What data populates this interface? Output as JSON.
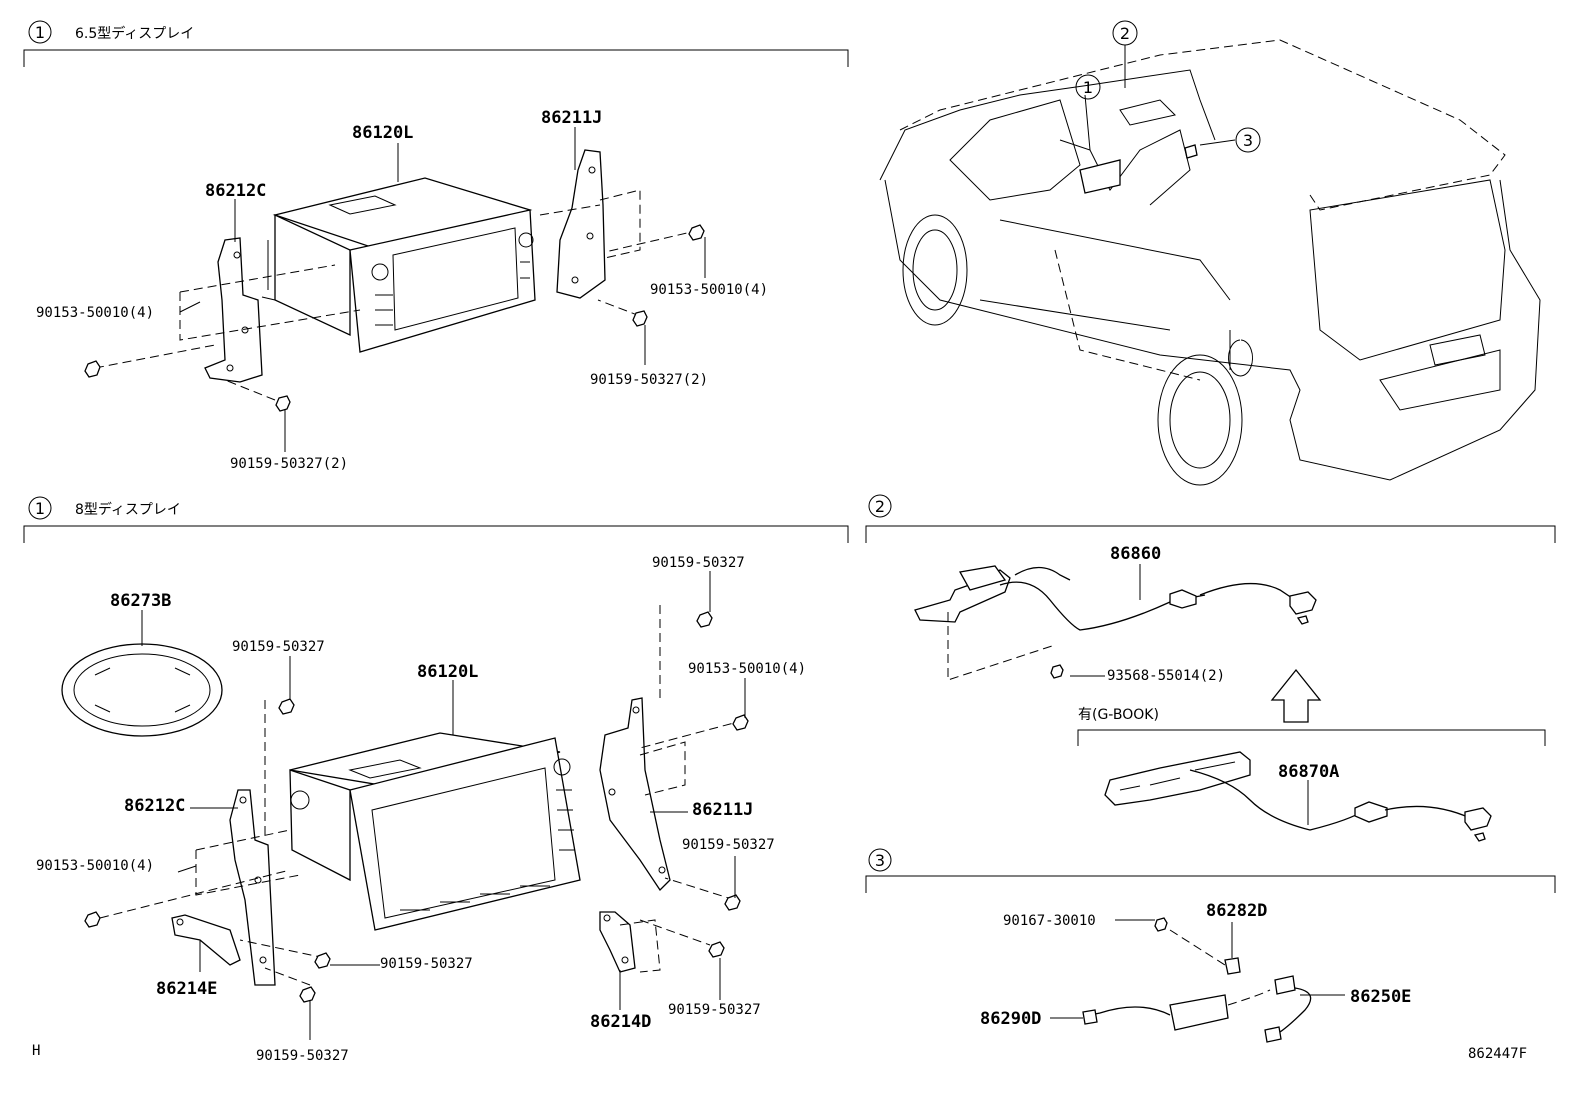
{
  "sections": {
    "display_65": {
      "number": "1",
      "title": "6.5型ディスプレイ"
    },
    "display_8": {
      "number": "1",
      "title": "8型ディスプレイ"
    },
    "antenna": {
      "number": "2"
    },
    "module": {
      "number": "3"
    },
    "vehicle_callouts": [
      "1",
      "2",
      "3"
    ]
  },
  "parts_65": {
    "unit": "86120L",
    "bracket_left": "86212C",
    "bracket_right": "86211J",
    "screw_left": "90153-50010(4)",
    "screw_right": "90153-50010(4)",
    "screw_lower_left": "90159-50327(2)",
    "screw_lower_right": "90159-50327(2)"
  },
  "parts_8": {
    "ring": "86273B",
    "unit": "86120L",
    "bracket_left": "86212C",
    "bracket_right": "86211J",
    "bracket_lower_left": "86214E",
    "bracket_lower_right": "86214D",
    "screw_top_left": "90159-50327",
    "screw_top_right": "90159-50327",
    "screw_right_upper": "90153-50010(4)",
    "screw_right_mid": "90159-50327",
    "screw_left": "90153-50010(4)",
    "screw_bottom_mid": "90159-50327",
    "screw_bottom_right": "90159-50327",
    "screw_bottom_left": "90159-50327"
  },
  "parts_antenna": {
    "harness": "86860",
    "screw": "93568-55014(2)",
    "condition": "有(G-BOOK)",
    "module": "86870A"
  },
  "parts_module": {
    "screw": "90167-30010",
    "bracket": "86282D",
    "cable_left": "86290D",
    "cable_right": "86250E"
  },
  "footer": {
    "left_mark": "H",
    "figure_id": "862447F"
  }
}
